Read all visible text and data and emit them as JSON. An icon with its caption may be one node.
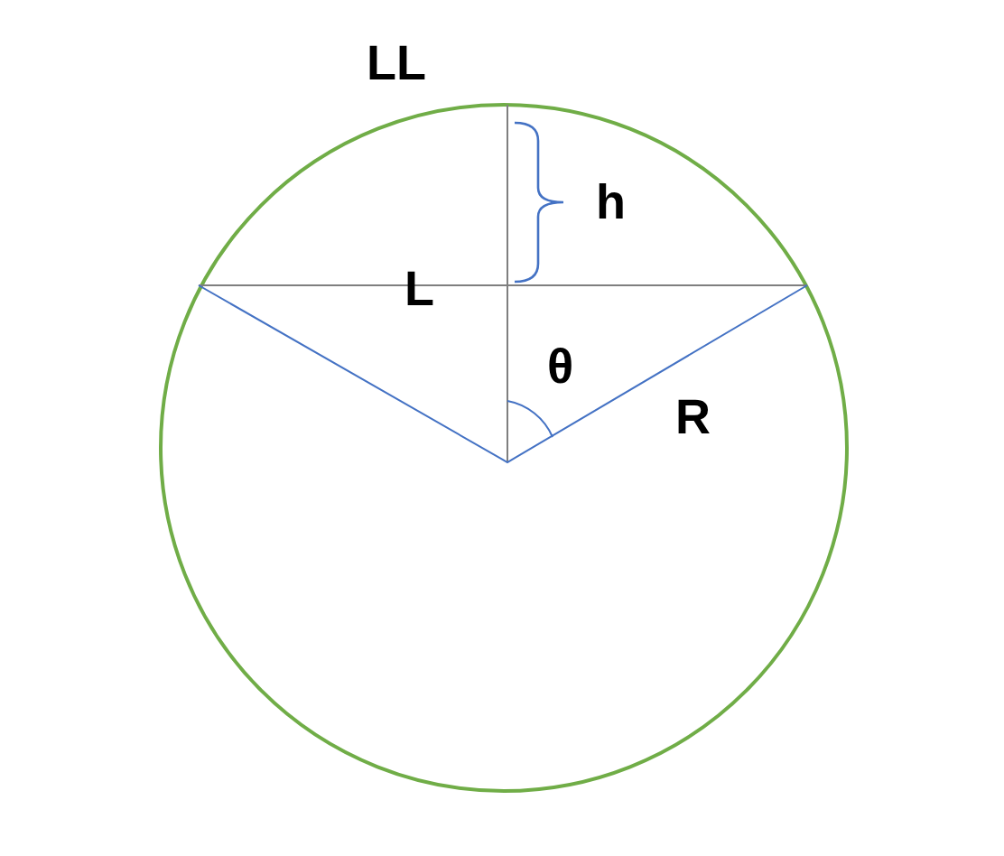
{
  "diagram": {
    "labels": [
      "LL",
      "h",
      "L",
      "θ",
      "R"
    ]
  }
}
